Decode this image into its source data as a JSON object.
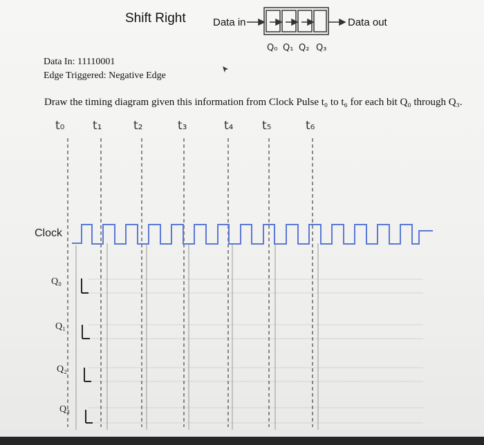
{
  "header": {
    "title": "Shift Right",
    "data_in_label": "Data in",
    "data_out_label": "Data out",
    "register_labels": [
      "Q₀",
      "Q₁",
      "Q₂",
      "Q₃"
    ]
  },
  "info": {
    "data_in": "Data In: 11110001",
    "edge": "Edge Triggered: Negative Edge"
  },
  "instruction": "Draw the timing diagram given this information from Clock Pulse t₀ to t₆ for each bit Q₀ through Q₃.",
  "time_labels": [
    "t₀",
    "t₁",
    "t₂",
    "t₃",
    "t₄",
    "t₅",
    "t₆"
  ],
  "signals": {
    "clock_label": "Clock",
    "q_labels": [
      "Q₀",
      "Q₁",
      "Q₂",
      "Q₃"
    ]
  },
  "colors": {
    "clock": "#5a78d6",
    "ink": "#222222",
    "background": "#f3f3f1"
  }
}
